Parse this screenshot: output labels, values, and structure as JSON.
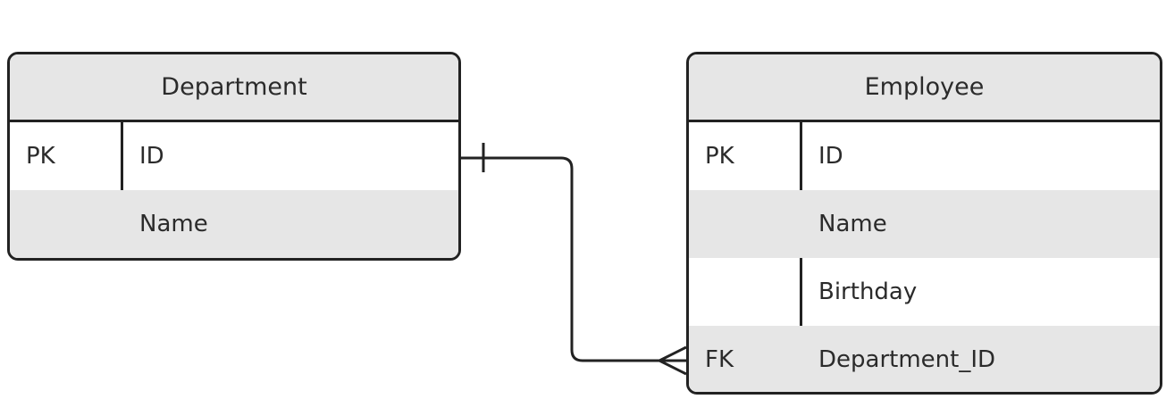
{
  "department": {
    "title": "Department",
    "rows": [
      {
        "key": "PK",
        "field": "ID"
      },
      {
        "key": "",
        "field": "Name"
      }
    ]
  },
  "employee": {
    "title": "Employee",
    "rows": [
      {
        "key": "PK",
        "field": "ID"
      },
      {
        "key": "",
        "field": "Name"
      },
      {
        "key": "",
        "field": "Birthday"
      },
      {
        "key": "FK",
        "field": "Department_ID"
      }
    ]
  },
  "relationship": {
    "from_cardinality": "one",
    "to_cardinality": "many"
  },
  "colors": {
    "stroke": "#222222",
    "header_fill": "#e6e6e6",
    "shaded_row": "#e6e6e6"
  }
}
